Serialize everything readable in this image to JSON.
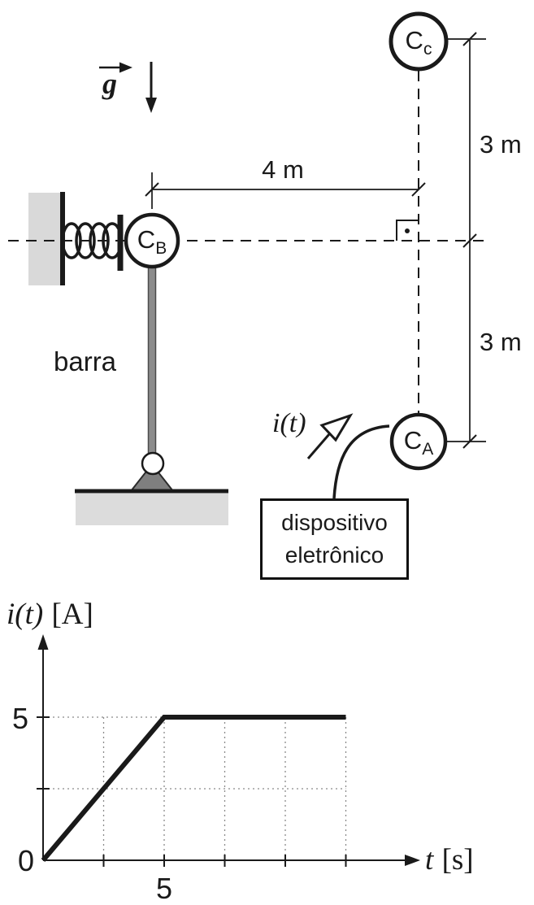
{
  "figure": {
    "gravity_symbol": "g",
    "dimensions": {
      "horizontal": "4 m",
      "vertical_top": "3 m",
      "vertical_bottom": "3 m"
    },
    "bar_label": "barra",
    "current_label": "i(t)",
    "device_box": {
      "line1": "dispositivo",
      "line2": "eletrônico"
    },
    "charges": {
      "top": {
        "main": "C",
        "sub": "c"
      },
      "spring": {
        "main": "C",
        "sub": "B"
      },
      "bottom": {
        "main": "C",
        "sub": "A"
      }
    },
    "colors": {
      "wall": "#d9d9d9",
      "bar": "#8c8c8c",
      "pivot": "#7f7f7f",
      "ground": "#dcdcdc",
      "line": "#1a1a1a"
    }
  },
  "chart": {
    "ylabel": {
      "func": "i(t)",
      "unit": "[A]"
    },
    "xlabel": {
      "var": "t",
      "unit": "[s]"
    },
    "origin_label": "0",
    "y_tick_label": "5",
    "x_tick_label": "5"
  },
  "chart_data": {
    "type": "line",
    "x": [
      0,
      5,
      12.5
    ],
    "y": [
      0,
      5,
      5
    ],
    "title": "",
    "xlabel": "t [s]",
    "ylabel": "i(t) [A]",
    "xlim": [
      0,
      14.5
    ],
    "ylim": [
      0,
      7.6
    ],
    "x_ticks": [
      2.5,
      5,
      7.5,
      10,
      12.5
    ],
    "y_ticks": [
      2.5,
      5
    ],
    "labeled_x_ticks": [
      5
    ],
    "labeled_y_ticks": [
      5
    ],
    "grid": "dotted",
    "legend": "none",
    "description": "Current ramps linearly from 0 A at t = 0 to 5 A at t = 5 s, then remains constant at 5 A."
  }
}
